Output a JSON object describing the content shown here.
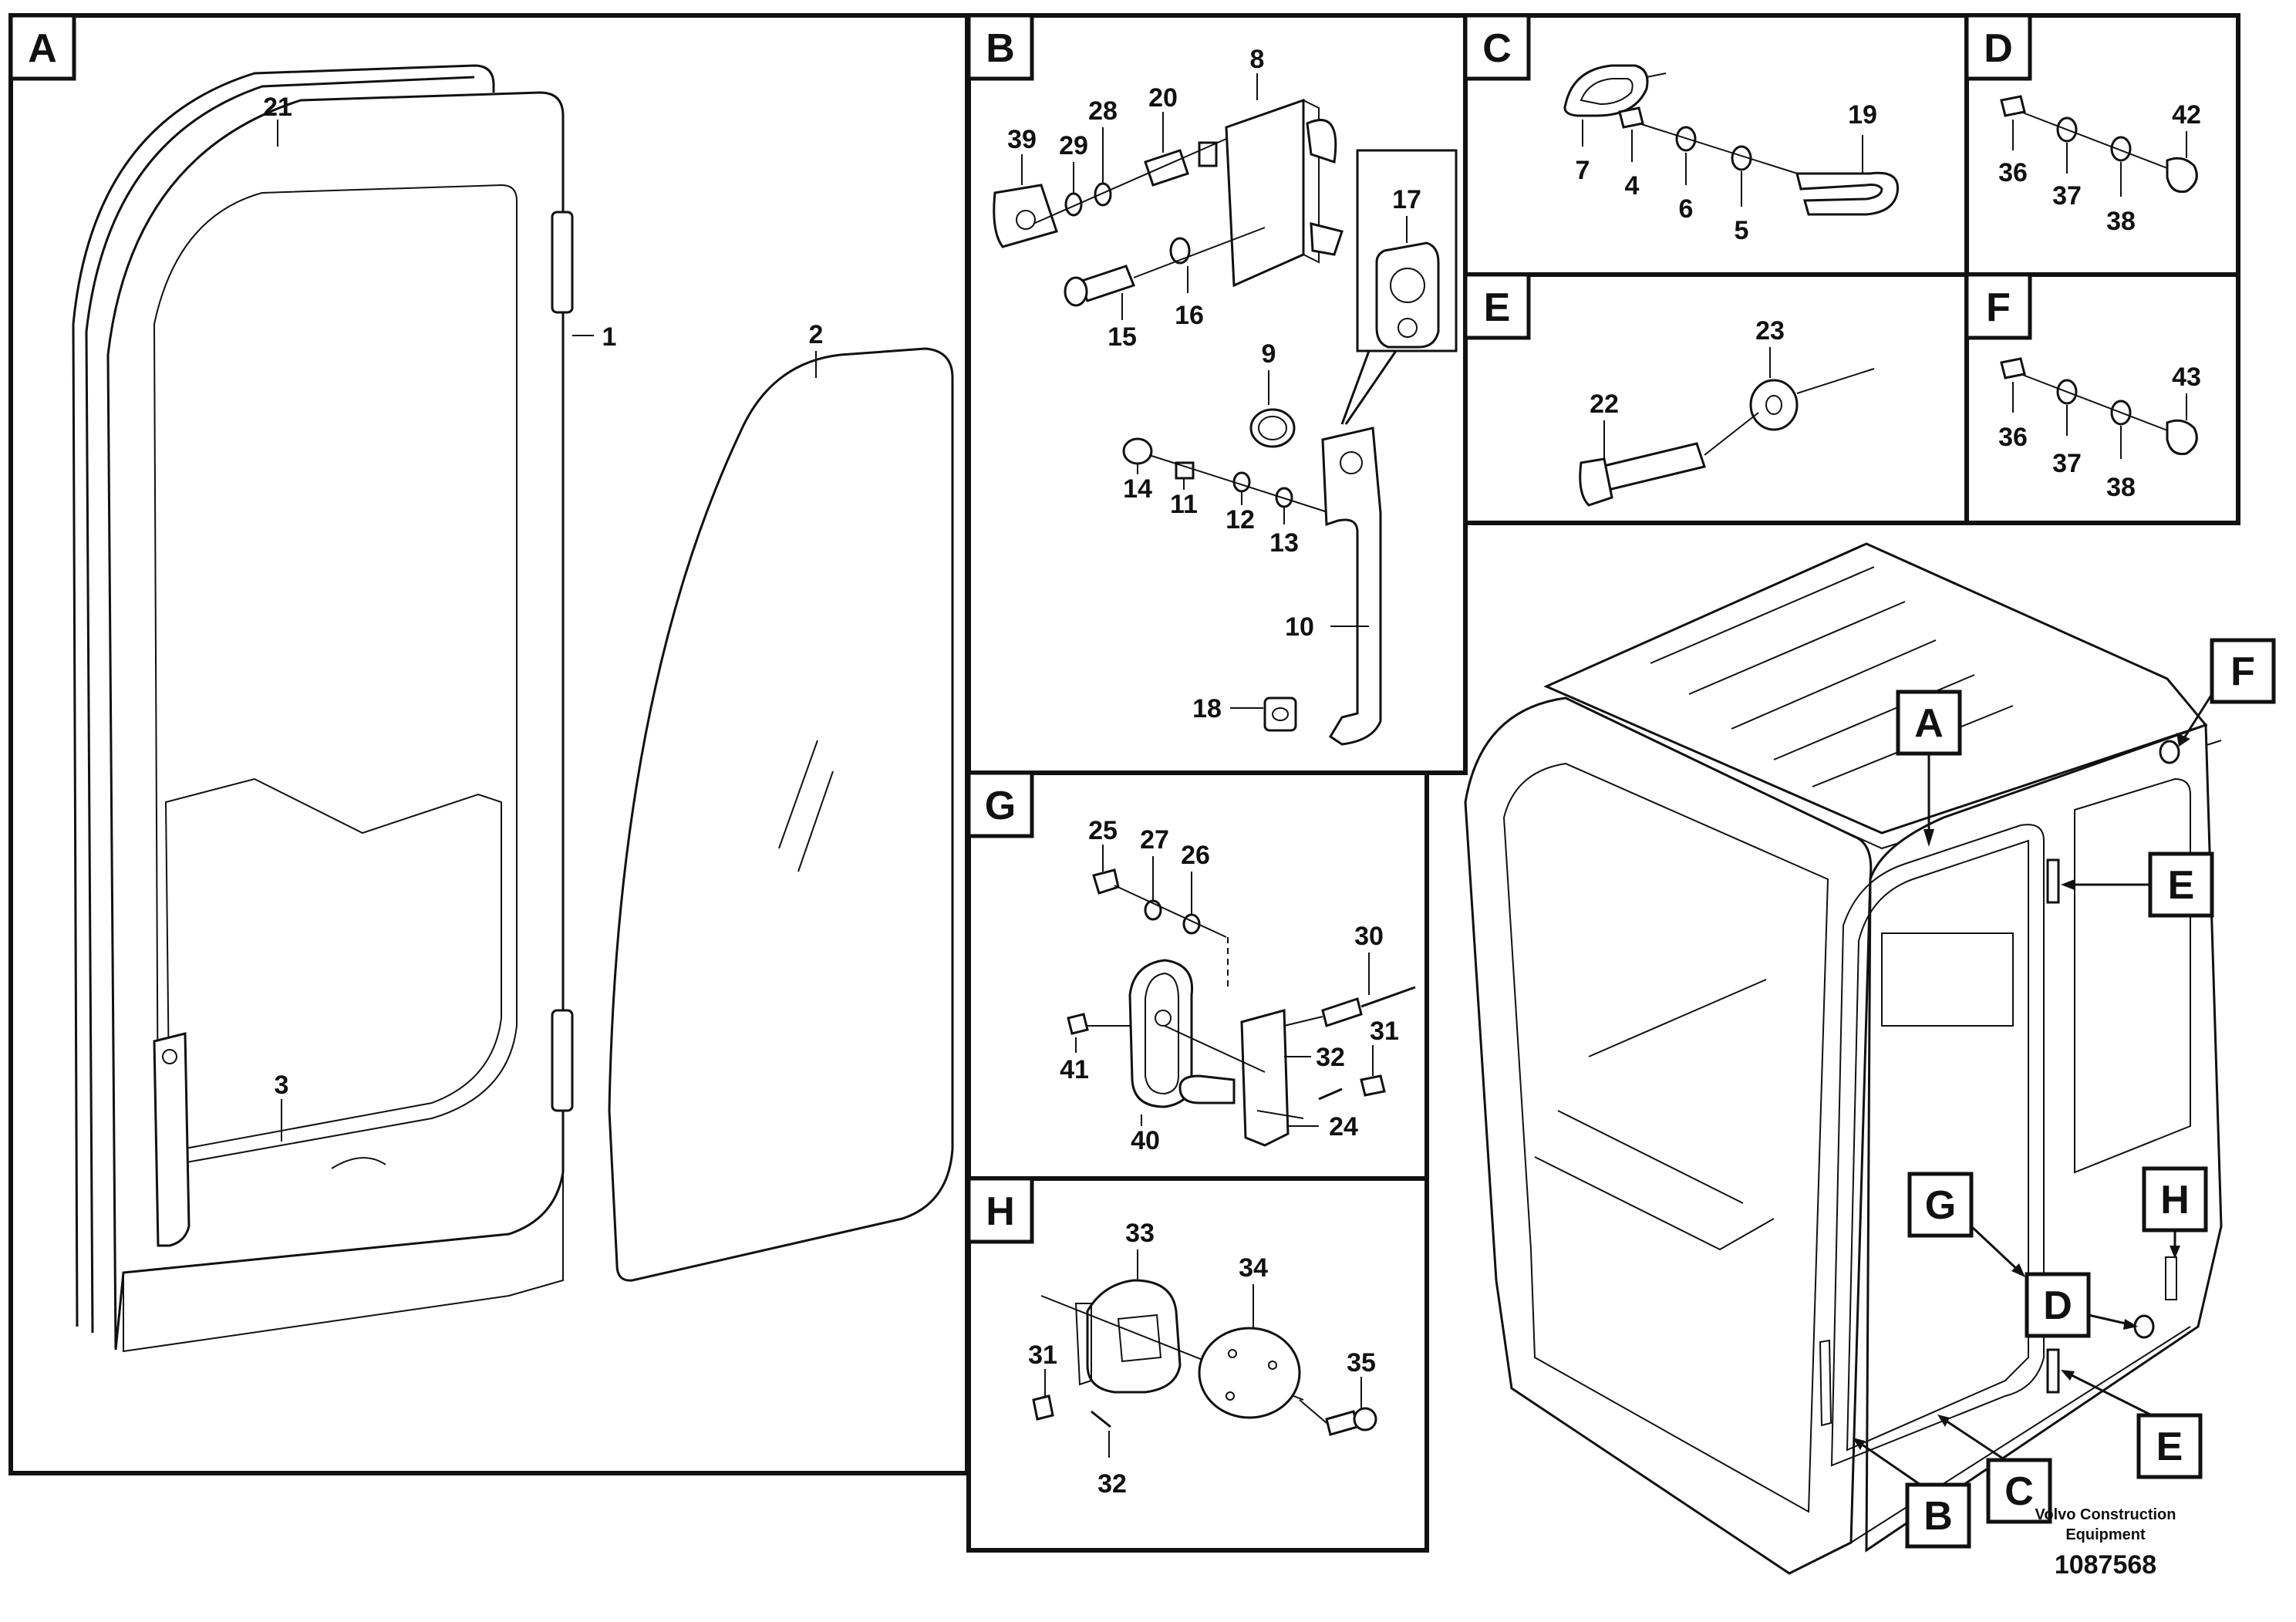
{
  "panels": {
    "A": {
      "tag": "A",
      "labels": [
        "21",
        "1",
        "2",
        "3"
      ]
    },
    "B": {
      "tag": "B",
      "labels": [
        "8",
        "39",
        "29",
        "28",
        "20",
        "17",
        "15",
        "16",
        "9",
        "14",
        "11",
        "12",
        "13",
        "10",
        "18"
      ]
    },
    "C": {
      "tag": "C",
      "labels": [
        "19",
        "7",
        "4",
        "6",
        "5"
      ]
    },
    "D": {
      "tag": "D",
      "labels": [
        "42",
        "36",
        "37",
        "38"
      ]
    },
    "E": {
      "tag": "E",
      "labels": [
        "23",
        "22"
      ]
    },
    "F": {
      "tag": "F",
      "labels": [
        "43",
        "36",
        "37",
        "38"
      ]
    },
    "G": {
      "tag": "G",
      "labels": [
        "25",
        "27",
        "26",
        "30",
        "31",
        "41",
        "32",
        "40",
        "24"
      ]
    },
    "H": {
      "tag": "H",
      "labels": [
        "33",
        "34",
        "31",
        "35",
        "32"
      ]
    }
  },
  "overview": {
    "callouts": [
      "A",
      "F",
      "E",
      "G",
      "H",
      "D",
      "E",
      "B",
      "C"
    ]
  },
  "footer": {
    "brand_line1": "Volvo Construction",
    "brand_line2": "Equipment",
    "doc_number": "1087568"
  }
}
